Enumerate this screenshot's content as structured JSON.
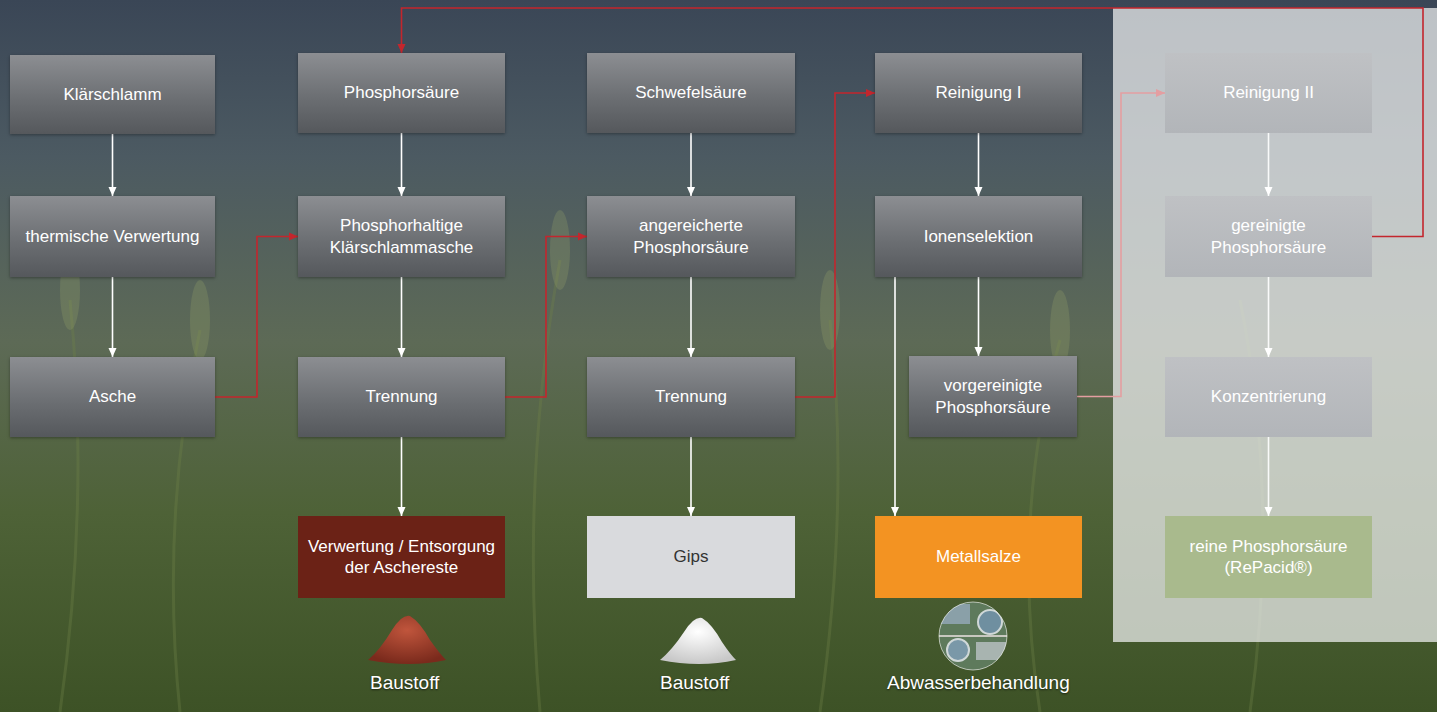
{
  "diagram": {
    "nodes": [
      {
        "text": [
          "Klärschlamm"
        ]
      },
      {
        "text": [
          "thermische Verwertung"
        ]
      },
      {
        "text": [
          "Asche"
        ]
      },
      {
        "text": [
          "Phosphorsäure"
        ]
      },
      {
        "text": [
          "Phosphorhaltige Klärschlammasche"
        ]
      },
      {
        "text": [
          "Trennung"
        ]
      },
      {
        "text": [
          "Verwertung / Entsorgung der Aschereste"
        ]
      },
      {
        "text": [
          "Schwefelsäure"
        ]
      },
      {
        "text": [
          "angereicherte Phosphorsäure"
        ]
      },
      {
        "text": [
          "Trennung"
        ]
      },
      {
        "text": [
          "Gips"
        ]
      },
      {
        "text": [
          "Reinigung I"
        ]
      },
      {
        "text": [
          "Ionenselektion"
        ]
      },
      {
        "text": [
          "vorgereinigte Phosphorsäure"
        ]
      },
      {
        "text": [
          "Metallsalze"
        ]
      },
      {
        "text": [
          "Reinigung II"
        ]
      },
      {
        "text": [
          "gereinigte Phosphorsäure"
        ]
      },
      {
        "text": [
          "Konzentrierung"
        ]
      },
      {
        "text": [
          "reine Phosphorsäure (RePacid®)"
        ]
      }
    ],
    "edges": [
      {
        "from": 0,
        "to": 1,
        "arrow": "to"
      },
      {
        "from": 1,
        "to": 2,
        "arrow": "to"
      },
      {
        "from": 2,
        "to": 4,
        "arrow": "to"
      },
      {
        "from": 3,
        "to": 4,
        "arrow": "to"
      },
      {
        "from": 4,
        "to": 5,
        "arrow": "to"
      },
      {
        "from": 5,
        "to": 6,
        "arrow": "to"
      },
      {
        "from": 5,
        "to": 8,
        "arrow": "to"
      },
      {
        "from": 7,
        "to": 8,
        "arrow": "to"
      },
      {
        "from": 8,
        "to": 9,
        "arrow": "to"
      },
      {
        "from": 9,
        "to": 10,
        "arrow": "to"
      },
      {
        "from": 9,
        "to": 11,
        "arrow": "to"
      },
      {
        "from": 11,
        "to": 12,
        "arrow": "to"
      },
      {
        "from": 12,
        "to": 13,
        "arrow": "to"
      },
      {
        "from": 12,
        "to": 14,
        "arrow": "to"
      },
      {
        "from": 13,
        "to": 15,
        "arrow": "to"
      },
      {
        "from": 15,
        "to": 16,
        "arrow": "to"
      },
      {
        "from": 16,
        "to": 17,
        "arrow": "to"
      },
      {
        "from": 17,
        "to": 18,
        "arrow": "to"
      },
      {
        "from": 16,
        "to": 3,
        "arrow": "to"
      }
    ],
    "labels": [
      "Baustoff",
      "Baustoff",
      "Abwasserbehandlung"
    ]
  }
}
